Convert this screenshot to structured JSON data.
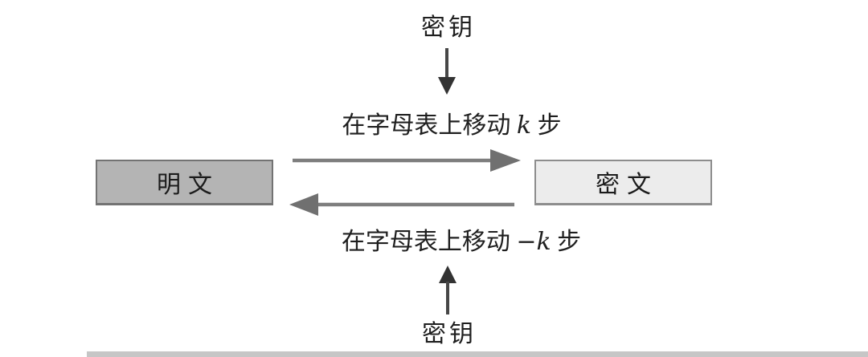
{
  "diagram": {
    "type": "cipher-flow-diagram",
    "key_top": {
      "label": "密钥"
    },
    "key_bottom": {
      "label": "密钥"
    },
    "encrypt_step": {
      "prefix": "在字母表上移动 ",
      "variable": "k",
      "suffix": " 步"
    },
    "decrypt_step": {
      "prefix": "在字母表上移动 ",
      "variable": "−k",
      "suffix": " 步"
    },
    "plaintext_box": {
      "label": "明文"
    },
    "ciphertext_box": {
      "label": "密文"
    },
    "colors": {
      "background": "#ffffff",
      "text": "#1f1f1f",
      "plaintext_box_fill": "#b4b4b4",
      "plaintext_box_border": "#737373",
      "ciphertext_box_fill": "#ececec",
      "ciphertext_box_border": "#8d8d8d",
      "horizontal_arrow": "#7e7e7e",
      "vertical_arrow": "#3f3f3f",
      "bottom_rule": "#c6c6c6"
    }
  }
}
